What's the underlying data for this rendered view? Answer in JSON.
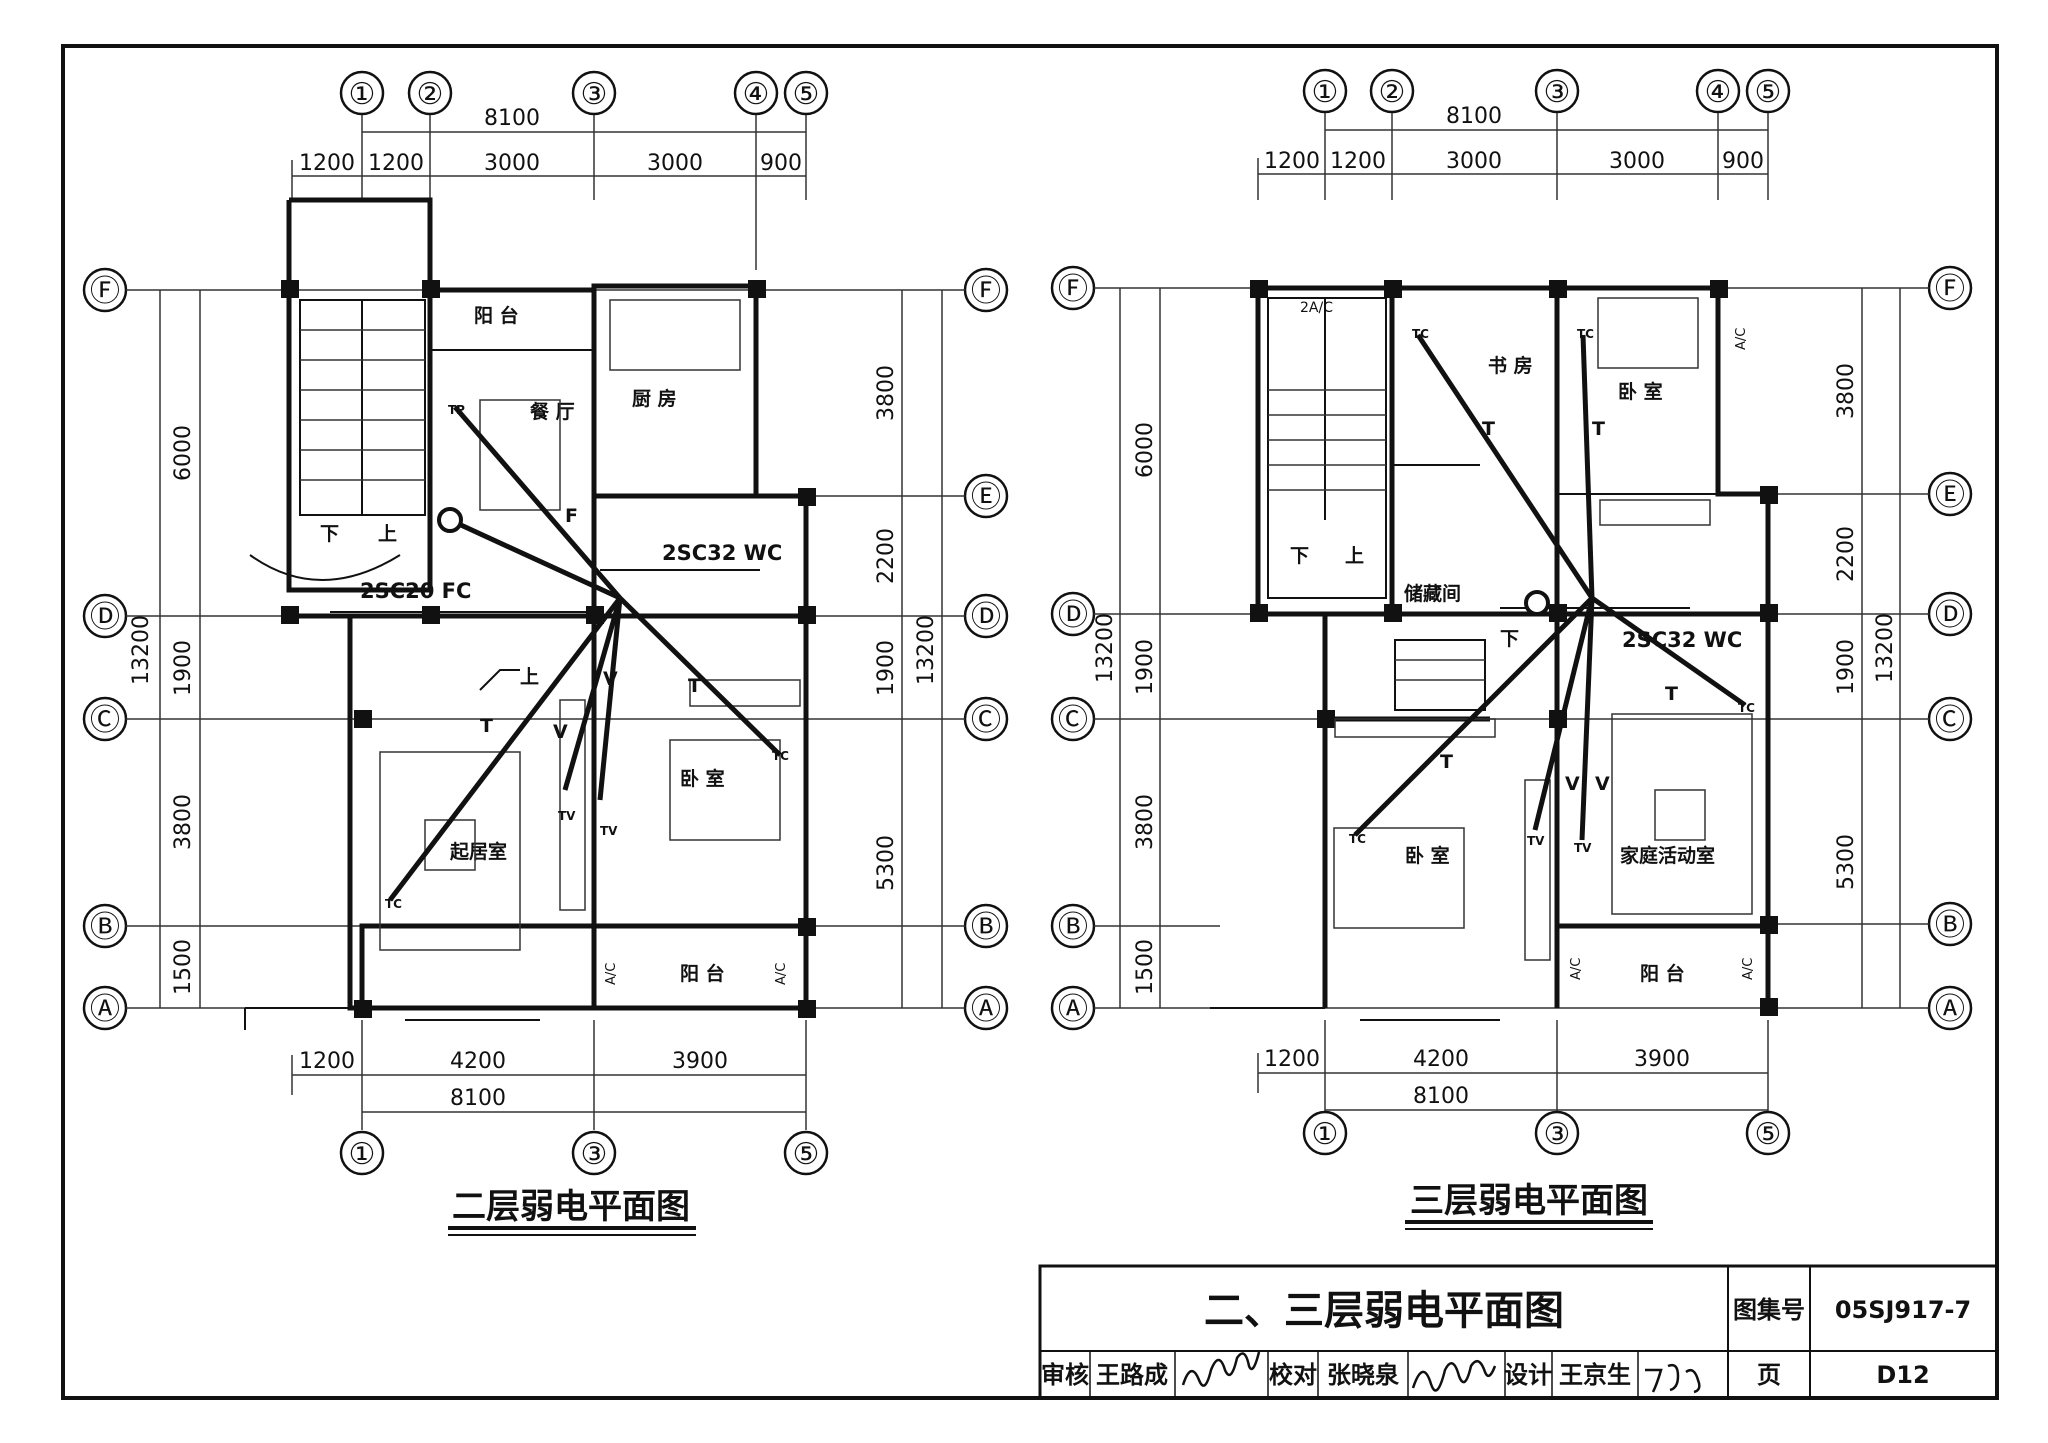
{
  "plan_left": {
    "title": "二层弱电平面图",
    "top_axes": [
      "①",
      "②",
      "③",
      "④",
      "⑤"
    ],
    "bottom_axes": [
      "①",
      "③",
      "⑤"
    ],
    "row_axes": [
      "Ⓕ",
      "Ⓔ",
      "Ⓓ",
      "Ⓒ",
      "Ⓑ",
      "Ⓐ"
    ],
    "dims_top_total": "8100",
    "dims_top": [
      "1200",
      "1200",
      "3000",
      "3000",
      "900"
    ],
    "dims_bottom": [
      "1200",
      "4200",
      "3900"
    ],
    "dims_bottom_total": "8100",
    "dims_left_total": "13200",
    "dims_left": [
      "6000",
      "1900",
      "3800",
      "1500"
    ],
    "dims_right": [
      "3800",
      "2200",
      "1900",
      "5300"
    ],
    "dims_right_total": "13200",
    "rooms": {
      "balcony_top": "阳 台",
      "dining": "餐 厅",
      "kitchen": "厨 房",
      "stair_down": "下",
      "stair_up": "上",
      "stair_up2": "上",
      "bedroom": "卧 室",
      "living": "起居室",
      "balcony_bottom": "阳 台"
    },
    "labels": {
      "conduit_fc": "2SC20 FC",
      "conduit_wc": "2SC32 WC",
      "ac1": "A/C",
      "ac2": "A/C",
      "t1": "T",
      "t2": "T",
      "v1": "V",
      "v2": "V",
      "f1": "F",
      "tp": "TP",
      "tc1": "TC",
      "tc2": "TC",
      "tv1": "TV",
      "tv2": "TV"
    }
  },
  "plan_right": {
    "title": "三层弱电平面图",
    "top_axes": [
      "①",
      "②",
      "③",
      "④",
      "⑤"
    ],
    "bottom_axes": [
      "①",
      "③",
      "⑤"
    ],
    "row_axes": [
      "Ⓕ",
      "Ⓔ",
      "Ⓓ",
      "Ⓒ",
      "Ⓑ",
      "Ⓐ"
    ],
    "dims_top_total": "8100",
    "dims_top": [
      "1200",
      "1200",
      "3000",
      "3000",
      "900"
    ],
    "dims_bottom": [
      "1200",
      "4200",
      "3900"
    ],
    "dims_bottom_total": "8100",
    "dims_left_total": "13200",
    "dims_left": [
      "6000",
      "1900",
      "3800",
      "1500"
    ],
    "dims_right": [
      "3800",
      "2200",
      "1900",
      "5300"
    ],
    "dims_right_total": "13200",
    "rooms": {
      "study": "书 房",
      "bedroom_top": "卧 室",
      "storage": "储藏间",
      "stair_down": "下",
      "stair_up": "上",
      "stair_down2": "下",
      "bedroom_bottom": "卧 室",
      "family": "家庭活动室",
      "balcony": "阳 台"
    },
    "labels": {
      "conduit_wc": "2SC32 WC",
      "ac_top": "2A/C",
      "ac_right": "A/C",
      "ac1": "A/C",
      "ac2": "A/C",
      "t1": "T",
      "t2": "T",
      "t3": "T",
      "t4": "T",
      "v1": "V",
      "v2": "V",
      "tc1": "TC",
      "tc2": "TC",
      "tc3": "TC",
      "tc4": "TC",
      "tv1": "TV",
      "tv2": "TV"
    }
  },
  "title_block": {
    "main_title": "二、三层弱电平面图",
    "atlas_label": "图集号",
    "atlas_no": "05SJ917-7",
    "page_label": "页",
    "page_no": "D12",
    "review_label": "审核",
    "reviewer": "王路成",
    "check_label": "校对",
    "checker": "张晓泉",
    "design_label": "设计",
    "designer": "王京生"
  }
}
